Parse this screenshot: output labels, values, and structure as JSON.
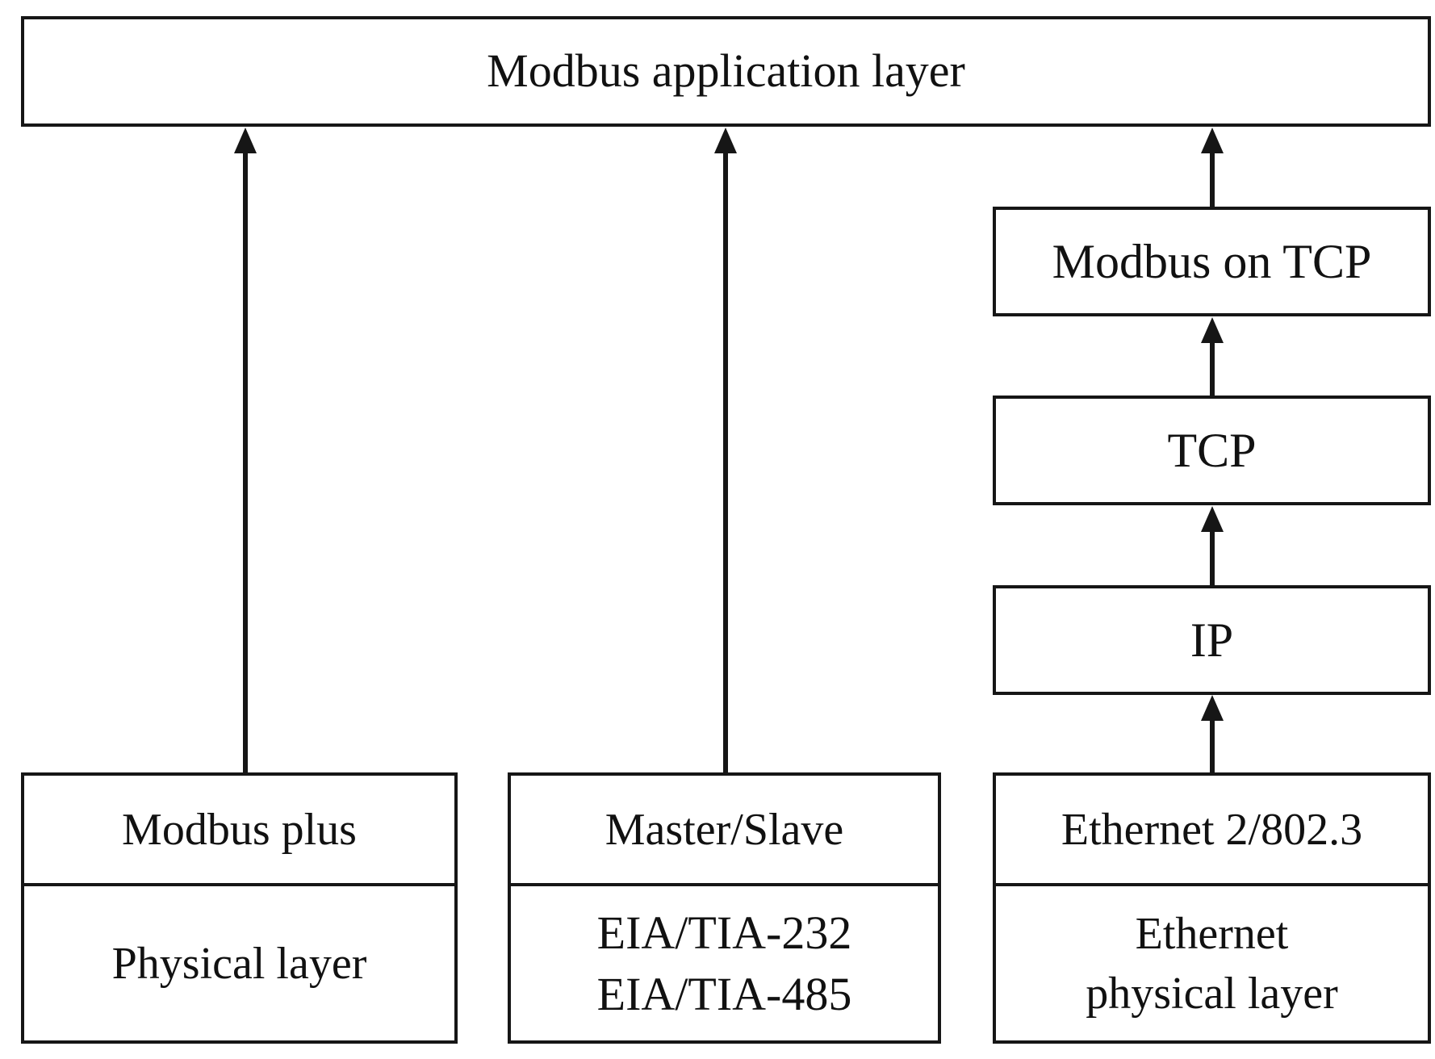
{
  "diagram": {
    "top": {
      "label": "Modbus application layer"
    },
    "stack": {
      "modbus_on_tcp": "Modbus on TCP",
      "tcp": "TCP",
      "ip": "IP"
    },
    "bottom": {
      "modbus_plus": {
        "upper": "Modbus plus",
        "lower": "Physical layer"
      },
      "master_slave": {
        "upper": "Master/Slave",
        "lower_line1": "EIA/TIA-232",
        "lower_line2": "EIA/TIA-485"
      },
      "ethernet": {
        "upper": "Ethernet 2/802.3",
        "lower_line1": "Ethernet",
        "lower_line2": "physical layer"
      }
    }
  }
}
